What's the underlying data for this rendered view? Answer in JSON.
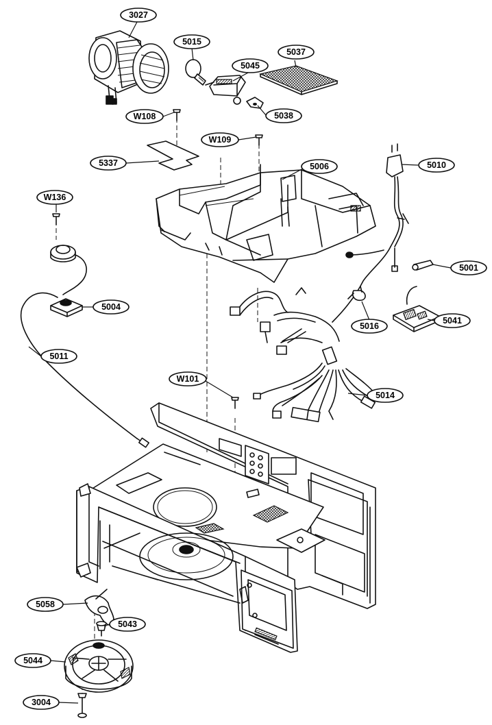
{
  "callouts": [
    {
      "id": "3027",
      "label": "3027"
    },
    {
      "id": "5015",
      "label": "5015"
    },
    {
      "id": "5037",
      "label": "5037"
    },
    {
      "id": "5045",
      "label": "5045"
    },
    {
      "id": "5038",
      "label": "5038"
    },
    {
      "id": "W108",
      "label": "W108"
    },
    {
      "id": "W109",
      "label": "W109"
    },
    {
      "id": "5337",
      "label": "5337"
    },
    {
      "id": "5006",
      "label": "5006"
    },
    {
      "id": "5010",
      "label": "5010"
    },
    {
      "id": "W136",
      "label": "W136"
    },
    {
      "id": "5001",
      "label": "5001"
    },
    {
      "id": "5004",
      "label": "5004"
    },
    {
      "id": "5016",
      "label": "5016"
    },
    {
      "id": "5041",
      "label": "5041"
    },
    {
      "id": "5011",
      "label": "5011"
    },
    {
      "id": "W101",
      "label": "W101"
    },
    {
      "id": "5014",
      "label": "5014"
    },
    {
      "id": "5058",
      "label": "5058"
    },
    {
      "id": "5043",
      "label": "5043"
    },
    {
      "id": "5044",
      "label": "5044"
    },
    {
      "id": "3004",
      "label": "3004"
    }
  ]
}
